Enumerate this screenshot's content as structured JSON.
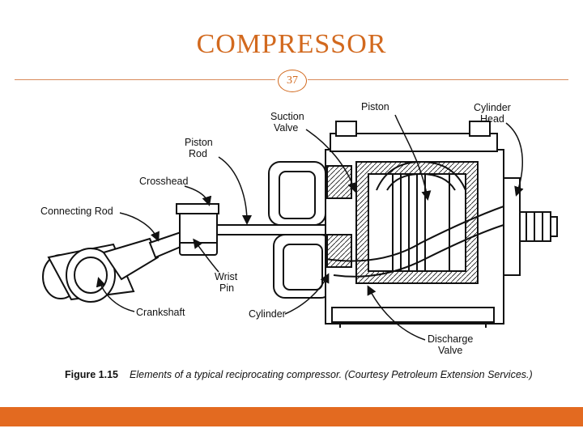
{
  "slide": {
    "title": "COMPRESSOR",
    "page_number": "37",
    "accent_color": "#e36a20"
  },
  "diagram": {
    "labels": {
      "piston": "Piston",
      "cylinder_head_1": "Cylinder",
      "cylinder_head_2": "Head",
      "suction_valve_1": "Suction",
      "suction_valve_2": "Valve",
      "piston_rod_1": "Piston",
      "piston_rod_2": "Rod",
      "crosshead": "Crosshead",
      "connecting_rod": "Connecting Rod",
      "wrist_pin_1": "Wrist",
      "wrist_pin_2": "Pin",
      "crankshaft": "Crankshaft",
      "cylinder": "Cylinder",
      "discharge_valve_1": "Discharge",
      "discharge_valve_2": "Valve"
    },
    "caption": {
      "figure": "Figure 1.15",
      "text": "Elements of a typical reciprocating compressor. (Courtesy Petroleum Extension Services.)"
    }
  }
}
